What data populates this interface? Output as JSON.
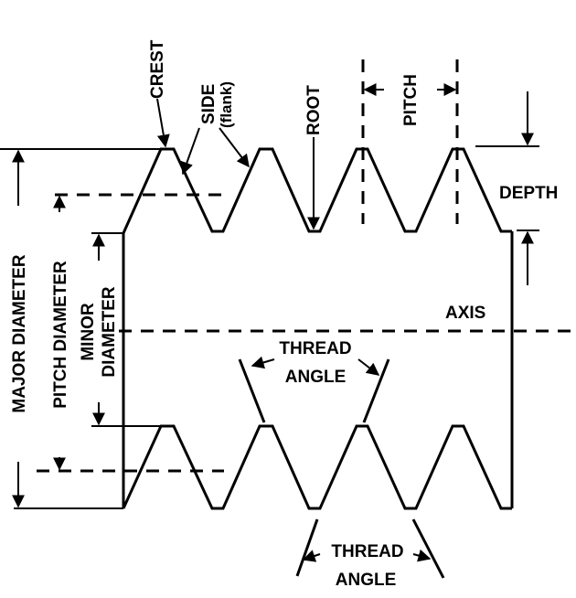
{
  "labels": {
    "crest": "CREST",
    "side": "SIDE",
    "flank": "(flank)",
    "root": "ROOT",
    "pitch": "PITCH",
    "depth": "DEPTH",
    "axis": "AXIS",
    "major_diameter": "MAJOR DIAMETER",
    "pitch_diameter": "PITCH DIAMETER",
    "minor": "MINOR",
    "diameter": "DIAMETER",
    "thread_angle_top_1": "THREAD",
    "thread_angle_top_2": "ANGLE",
    "thread_angle_bottom_1": "THREAD",
    "thread_angle_bottom_2": "ANGLE"
  }
}
